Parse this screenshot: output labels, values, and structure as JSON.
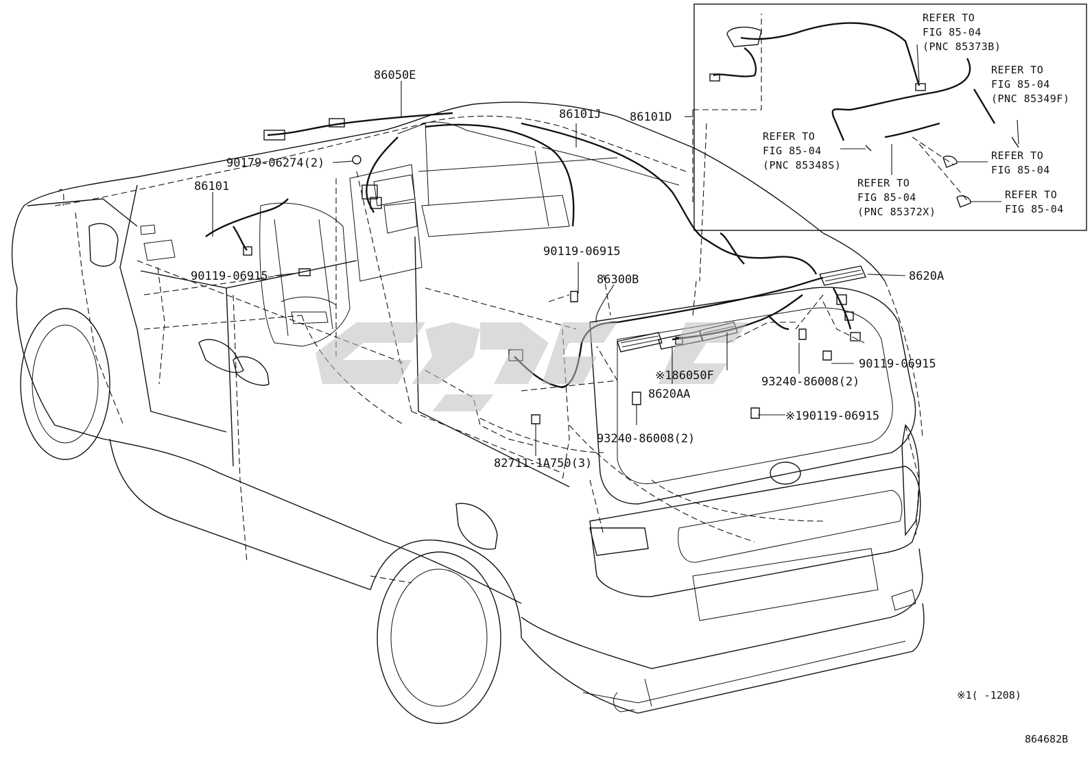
{
  "labels": {
    "l_86050E": "86050E",
    "l_86101J": "86101J",
    "l_86101D": "86101D",
    "l_90179": "90179-06274(2)",
    "l_86101": "86101",
    "l_90119_a": "90119-06915",
    "l_90119_b": "90119-06915",
    "l_86300B": "86300B",
    "l_8620A": "8620A",
    "l_90119_c": "90119-06915",
    "l_93240_a": "93240-86008(2)",
    "l_86050F": "※186050F",
    "l_8620AA": "8620AA",
    "l_93240_b": "93240-86008(2)",
    "l_90119_d": "※190119-06915",
    "l_82711": "82711-1A750(3)"
  },
  "inset": {
    "r1": [
      "REFER TO",
      "FIG 85-04",
      "(PNC 85373B)"
    ],
    "r2": [
      "REFER TO",
      "FIG 85-04",
      "(PNC 85349F)"
    ],
    "r3": [
      "REFER TO",
      "FIG 85-04",
      "(PNC 85348S)"
    ],
    "r4": [
      "REFER TO",
      "FIG 85-04"
    ],
    "r5": [
      "REFER TO",
      "FIG 85-04",
      "(PNC 85372X)"
    ],
    "r6": [
      "REFER TO",
      "FIG 85-04"
    ]
  },
  "footer": {
    "note": "※1(   -1208)",
    "diagram_id": "864682B"
  }
}
